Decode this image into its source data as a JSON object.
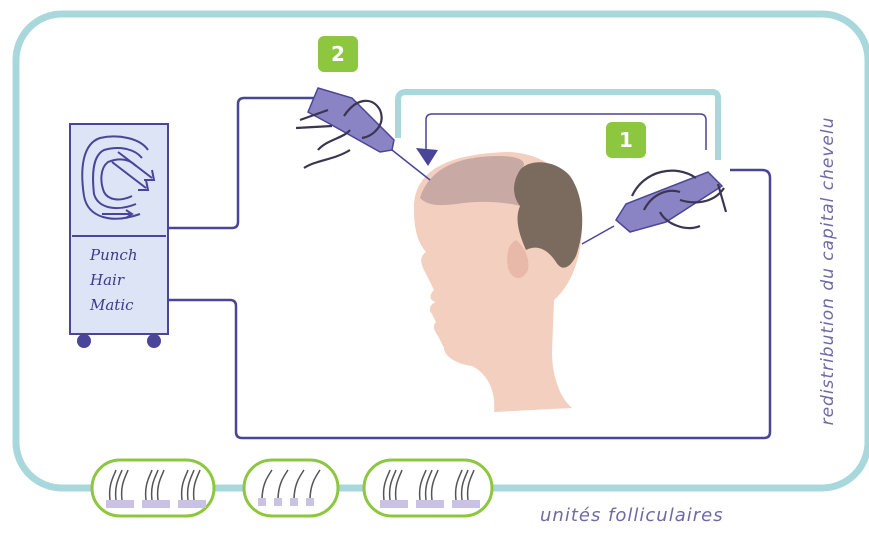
{
  "steps": {
    "step_1": "1",
    "step_2": "2"
  },
  "machine": {
    "line_1": "Punch",
    "line_2": "Hair",
    "line_3": "Matic"
  },
  "captions": {
    "vertical": "redistribution du capital chevelu",
    "bottom": "unités folliculaires"
  },
  "colors": {
    "frame": "#a8d8dc",
    "hose": "#4a4598",
    "machine_fill": "#dde4f6",
    "badge": "#8dc63f",
    "skin": "#f3cfc0",
    "hair_dark": "#7b6a5e",
    "hair_light": "#c9a9a4",
    "handpiece": "#8a84c4",
    "graft_capsule": "#8dc63f"
  },
  "icons": [
    "machine-icon",
    "handpiece-icon",
    "hand-icon",
    "head-icon",
    "follicle-icon"
  ]
}
